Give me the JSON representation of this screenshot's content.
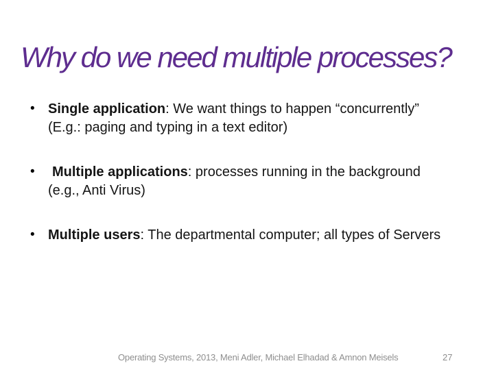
{
  "slide": {
    "title": "Why do we need multiple processes?",
    "bullets": [
      {
        "marker": "•",
        "bold": "Single application",
        "rest": ": We want things to happen “concurrently”",
        "line2": "(E.g.: paging and typing in a text editor)"
      },
      {
        "marker": "•",
        "bold": "Multiple applications",
        "rest": ": processes running in the background",
        "line2": "(e.g., Anti Virus)"
      },
      {
        "marker": "•",
        "bold": "Multiple users",
        "rest": ": The departmental computer; all types of Servers"
      }
    ],
    "footer": {
      "credits": "Operating Systems, 2013, Meni Adler, Michael Elhadad & Amnon Meisels",
      "page_number": "27"
    },
    "colors": {
      "title_purple": "#5e2d8f",
      "body_text": "#151515",
      "footer_gray": "#8e8e8e",
      "background": "#ffffff"
    }
  }
}
